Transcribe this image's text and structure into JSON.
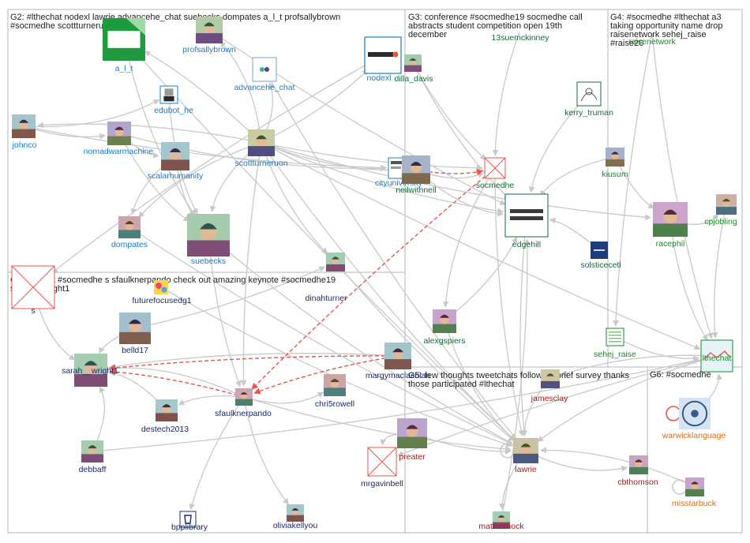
{
  "groups": [
    {
      "id": "G1",
      "title_lines": [
        "G1: student #socmedhe s sfaulknerpando check out amazing keynote #socmedhe19",
        "sarah__wright1"
      ],
      "color": "#1c2a6b"
    },
    {
      "id": "G2",
      "title_lines": [
        "G2: #lthechat nodexl lawrie advancehe_chat suebecks dompates a_l_t profsallybrown",
        "#socmedhe scottturneruon"
      ],
      "color": "#1a7bc4"
    },
    {
      "id": "G3",
      "title_lines": [
        "G3: conference #socmedhe19 socmedhe call",
        "abstracts student competition open 19th",
        "december"
      ],
      "color": "#156b3a"
    },
    {
      "id": "G4",
      "title_lines": [
        "G4: #socmedhe #lthechat a3",
        "taking opportunity name drop",
        "raisenetwork sehej_raise",
        "#raise20"
      ],
      "color": "#1a8a2a"
    },
    {
      "id": "G5",
      "title_lines": [
        "G5: few thoughts tweetchats following brief survey thanks",
        "those participated #lthechat"
      ],
      "color": "#b01818"
    },
    {
      "id": "G6",
      "title_lines": [
        "G6: #socmedhe"
      ],
      "color": "#d2701a"
    }
  ],
  "nodes": [
    {
      "label": "a_l_t",
      "group": "G2",
      "image": "alt-logo"
    },
    {
      "label": "profsallybrown",
      "group": "G2",
      "image": "photo"
    },
    {
      "label": "advancehe_chat",
      "group": "G2",
      "image": "advancehe-logo"
    },
    {
      "label": "nodexl",
      "group": "G2",
      "image": "nodexl-logo"
    },
    {
      "label": "edubot_he",
      "group": "G2",
      "image": "bot-avatar"
    },
    {
      "label": "johnco",
      "group": "G2",
      "image": "photo"
    },
    {
      "label": "nomadwarmachine",
      "group": "G2",
      "image": "photo"
    },
    {
      "label": "scalarhumanity",
      "group": "G2",
      "image": "photo"
    },
    {
      "label": "scottturneruon",
      "group": "G2",
      "image": "photo"
    },
    {
      "label": "dompates",
      "group": "G2",
      "image": "photo"
    },
    {
      "label": "suebecks",
      "group": "G2",
      "image": "photo"
    },
    {
      "label": "cityuniversity",
      "group": "G2",
      "image": "city-logo"
    },
    {
      "label": "dilla_davis",
      "group": "G3",
      "image": "photo"
    },
    {
      "label": "13suemckinney",
      "group": "G3",
      "image": "photo"
    },
    {
      "label": "kerry_truman",
      "group": "G3",
      "image": "sketch"
    },
    {
      "label": "neilwithnell",
      "group": "G3",
      "image": "photo"
    },
    {
      "label": "socmedhe",
      "group": "G3",
      "image": "broken"
    },
    {
      "label": "edgehill",
      "group": "G3",
      "image": "edgehill-logo"
    },
    {
      "label": "solsticecetl",
      "group": "G3",
      "image": "solstice-logo"
    },
    {
      "label": "alexgspiers",
      "group": "G3",
      "image": "photo"
    },
    {
      "label": "raisenetwork",
      "group": "G4",
      "image": "raise-logo"
    },
    {
      "label": "kiusum",
      "group": "G4",
      "image": "photo"
    },
    {
      "label": "racephil",
      "group": "G4",
      "image": "photo"
    },
    {
      "label": "cpjobling",
      "group": "G4",
      "image": "photo"
    },
    {
      "label": "sehej_raise",
      "group": "G4",
      "image": "document"
    },
    {
      "label": "lthechat",
      "group": "G4",
      "image": "lthechat-logo"
    },
    {
      "label": "s",
      "group": "G1",
      "image": "broken"
    },
    {
      "label": "futurefocusedg1",
      "group": "G1",
      "image": "colorful"
    },
    {
      "label": "dinahturner",
      "group": "G1",
      "image": "photo"
    },
    {
      "label": "belld17",
      "group": "G1",
      "image": "photo"
    },
    {
      "label": "sarah__wright1",
      "group": "G1",
      "image": "photo"
    },
    {
      "label": "destech2013",
      "group": "G1",
      "image": "photo"
    },
    {
      "label": "sfaulknerpando",
      "group": "G1",
      "image": "photo"
    },
    {
      "label": "chri5rowell",
      "group": "G1",
      "image": "photo"
    },
    {
      "label": "margymaclachlan",
      "group": "G1",
      "image": "photo"
    },
    {
      "label": "debbaff",
      "group": "G1",
      "image": "photo"
    },
    {
      "label": "mrgavinbell",
      "group": "G1",
      "image": "broken"
    },
    {
      "label": "bpplibrary",
      "group": "G1",
      "image": "library-logo"
    },
    {
      "label": "oliviakellyou",
      "group": "G1",
      "image": "photo"
    },
    {
      "label": "jamesclay",
      "group": "G5",
      "image": "photo"
    },
    {
      "label": "preater",
      "group": "G5",
      "image": "photo"
    },
    {
      "label": "lawrie",
      "group": "G5",
      "image": "photo"
    },
    {
      "label": "cbthomson",
      "group": "G5",
      "image": "photo"
    },
    {
      "label": "mattcornock",
      "group": "G5",
      "image": "photo"
    },
    {
      "label": "warwicklanguage",
      "group": "G6",
      "image": "wheel-photo"
    },
    {
      "label": "misstarbuck",
      "group": "G6",
      "image": "photo"
    }
  ],
  "edges": [
    [
      "scottturneruon",
      "socmedhe"
    ],
    [
      "scottturneruon",
      "edgehill"
    ],
    [
      "scottturneruon",
      "lawrie"
    ],
    [
      "scottturneruon",
      "lthechat"
    ],
    [
      "scottturneruon",
      "dinahturner"
    ],
    [
      "scottturneruon",
      "suebecks"
    ],
    [
      "scottturneruon",
      "nodexl"
    ],
    [
      "scottturneruon",
      "advancehe_chat"
    ],
    [
      "scottturneruon",
      "profsallybrown"
    ],
    [
      "scottturneruon",
      "a_l_t"
    ],
    [
      "scottturneruon",
      "johnco"
    ],
    [
      "scottturneruon",
      "dompates"
    ],
    [
      "scottturneruon",
      "sfaulknerpando"
    ],
    [
      "scottturneruon",
      "neilwithnell"
    ],
    [
      "scottturneruon",
      "racephil"
    ],
    [
      "johnco",
      "nomadwarmachine"
    ],
    [
      "johnco",
      "cityuniversity"
    ],
    [
      "johnco",
      "edubot_he"
    ],
    [
      "nomadwarmachine",
      "scalarhumanity"
    ],
    [
      "nomadwarmachine",
      "suebecks"
    ],
    [
      "nomadwarmachine",
      "cityuniversity"
    ],
    [
      "scalarhumanity",
      "suebecks"
    ],
    [
      "scalarhumanity",
      "dompates"
    ],
    [
      "a_l_t",
      "suebecks"
    ],
    [
      "a_l_t",
      "lawrie"
    ],
    [
      "edubot_he",
      "suebecks"
    ],
    [
      "advancehe_chat",
      "lawrie"
    ],
    [
      "profsallybrown",
      "edgehill"
    ],
    [
      "dompates",
      "lawrie"
    ],
    [
      "suebecks",
      "lawrie"
    ],
    [
      "suebecks",
      "sfaulknerpando"
    ],
    [
      "nodexl",
      "s"
    ],
    [
      "s",
      "sarah__wright1"
    ],
    [
      "dilla_davis",
      "socmedhe"
    ],
    [
      "dilla_davis",
      "edgehill"
    ],
    [
      "kerry_truman",
      "edgehill"
    ],
    [
      "13suemckinney",
      "socmedhe"
    ],
    [
      "neilwithnell",
      "socmedhe"
    ],
    [
      "neilwithnell",
      "edgehill"
    ],
    [
      "solsticecetl",
      "edgehill"
    ],
    [
      "alexgspiers",
      "edgehill"
    ],
    [
      "alexgspiers",
      "lawrie"
    ],
    [
      "edgehill",
      "lawrie"
    ],
    [
      "socmedhe",
      "lawrie"
    ],
    [
      "socmedhe",
      "alexgspiers"
    ],
    [
      "raisenetwork",
      "sehej_raise"
    ],
    [
      "raisenetwork",
      "lthechat"
    ],
    [
      "kiusum",
      "edgehill"
    ],
    [
      "kiusum",
      "racephil"
    ],
    [
      "racephil",
      "lthechat"
    ],
    [
      "racephil",
      "cpjobling"
    ],
    [
      "cpjobling",
      "lthechat"
    ],
    [
      "sehej_raise",
      "lthechat"
    ],
    [
      "lthechat",
      "lawrie"
    ],
    [
      "lthechat",
      "mrgavinbell"
    ],
    [
      "lthechat",
      "jamesclay"
    ],
    [
      "sfaulknerpando",
      "sarah__wright1"
    ],
    [
      "belld17",
      "sarah__wright1"
    ],
    [
      "destech2013",
      "sarah__wright1"
    ],
    [
      "debbaff",
      "sarah__wright1"
    ],
    [
      "sfaulknerpando",
      "bpplibrary"
    ],
    [
      "sfaulknerpando",
      "oliviakellyou"
    ],
    [
      "sfaulknerpando",
      "chri5rowell"
    ],
    [
      "sfaulknerpando",
      "destech2013"
    ],
    [
      "sfaulknerpando",
      "lawrie"
    ],
    [
      "futurefocusedg1",
      "lawrie"
    ],
    [
      "dinahturner",
      "lawrie"
    ],
    [
      "margymaclachlan",
      "sarah__wright1"
    ],
    [
      "debbaff",
      "lthechat"
    ],
    [
      "preater",
      "lawrie"
    ],
    [
      "jamesclay",
      "lawrie"
    ],
    [
      "lawrie",
      "cbthomson"
    ],
    [
      "lawrie",
      "mattcornock"
    ],
    [
      "mattcornock",
      "edgehill"
    ],
    [
      "preater",
      "mrgavinbell"
    ],
    [
      "belld17",
      "dinahturner"
    ],
    [
      "warwicklanguage",
      "lthechat"
    ],
    [
      "misstarbuck",
      "lawrie"
    ]
  ],
  "highlighted_edges": [
    [
      "neilwithnell",
      "socmedhe"
    ],
    [
      "socmedhe",
      "sfaulknerpando"
    ],
    [
      "margymaclachlan",
      "sfaulknerpando"
    ],
    [
      "margymaclachlan",
      "sarah__wright1"
    ],
    [
      "sfaulknerpando",
      "sarah__wright1"
    ]
  ],
  "self_loops": [
    "lawrie",
    "warwicklanguage",
    "misstarbuck"
  ],
  "colors": {
    "edge": "#c9c9c9",
    "highlight_edge": "#e8534f",
    "frame": "#b5b5b5"
  }
}
